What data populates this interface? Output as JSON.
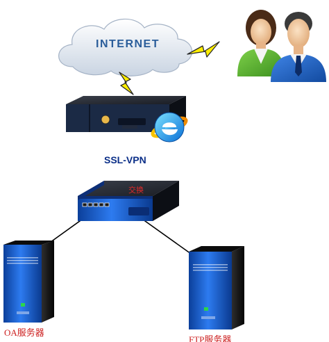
{
  "nodes": {
    "internet": {
      "label": "INTERNET"
    },
    "vpn": {
      "label": "SSL-VPN"
    },
    "switch": {
      "label": "交换"
    },
    "oa_server": {
      "label": "OA服务器"
    },
    "ftp_server": {
      "label": "FTP服务器"
    },
    "users": {
      "icon": "user-group-icon"
    }
  },
  "colors": {
    "internet_text": "#2a5d9a",
    "vpn_text": "#0b2f88",
    "label_red": "#cc1f1f",
    "lightning": "#ffee00",
    "server_blue": "#1f5fd8",
    "device_dark": "#1b2a45"
  }
}
